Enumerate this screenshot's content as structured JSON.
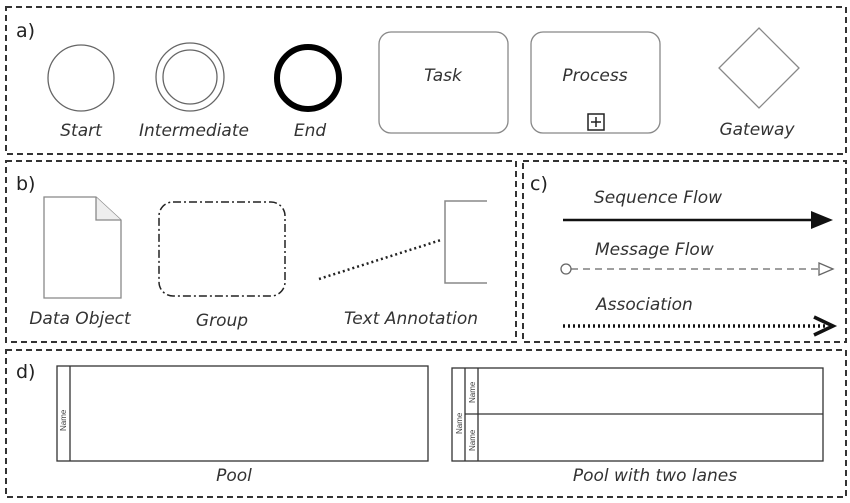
{
  "sections": {
    "a": "a)",
    "b": "b)",
    "c": "c)",
    "d": "d)"
  },
  "events": {
    "start": "Start",
    "intermediate": "Intermediate",
    "end": "End"
  },
  "activities": {
    "task": "Task",
    "process": "Process",
    "process_marker": "⊞"
  },
  "gateway": "Gateway",
  "artifacts": {
    "data_object": "Data Object",
    "group": "Group",
    "text_annotation": "Text Annotation"
  },
  "flows": {
    "sequence": "Sequence Flow",
    "message": "Message Flow",
    "association": "Association"
  },
  "pools": {
    "pool_caption": "Pool",
    "pool_name": "Name",
    "lanes_caption": "Pool with two lanes",
    "lanes_pool_name": "Name",
    "lane_1_name": "Name",
    "lane_2_name": "Name"
  },
  "colors": {
    "stroke": "#333333",
    "light_stroke": "#888888",
    "dashed_border": "#333333"
  }
}
